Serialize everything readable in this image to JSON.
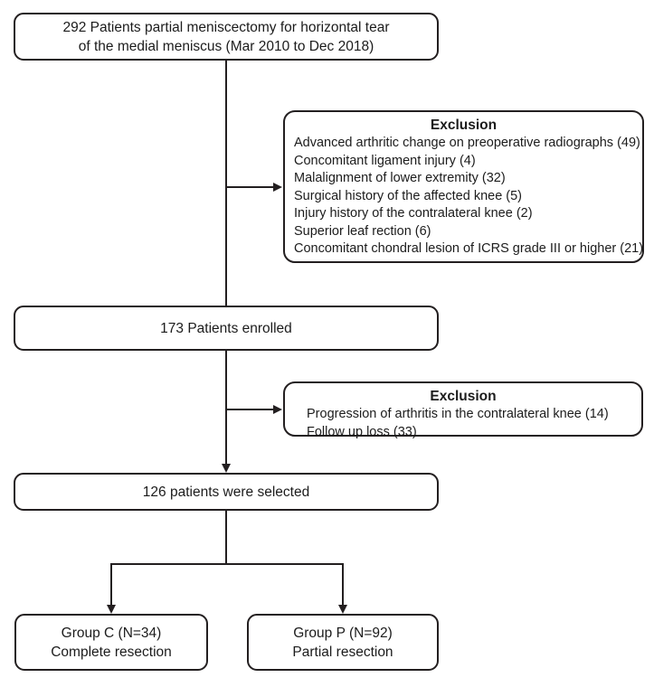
{
  "colors": {
    "line": "#231f20",
    "background": "#ffffff",
    "text": "#1c1c1c"
  },
  "flowchart": {
    "initial": {
      "lines": [
        "292 Patients partial meniscectomy for horizontal tear",
        "of the medial meniscus (Mar 2010 to Dec 2018)"
      ]
    },
    "exclusion1": {
      "title": "Exclusion",
      "items": [
        "Advanced arthritic change on preoperative radiographs (49)",
        "Concomitant ligament injury (4)",
        "Malalignment of lower extremity (32)",
        "Surgical history of the affected knee (5)",
        "Injury history of the contralateral knee (2)",
        "Superior leaf rection (6)",
        "Concomitant chondral lesion of ICRS grade III or higher (21)"
      ]
    },
    "enrolled": {
      "label": "173 Patients enrolled"
    },
    "exclusion2": {
      "title": "Exclusion",
      "items": [
        "Progression of arthritis in the contralateral knee (14)",
        "Follow up loss (33)"
      ]
    },
    "selected": {
      "label": "126 patients were selected"
    },
    "groupC": {
      "lines": [
        "Group C (N=34)",
        "Complete resection"
      ]
    },
    "groupP": {
      "lines": [
        "Group P (N=92)",
        "Partial resection"
      ]
    }
  }
}
